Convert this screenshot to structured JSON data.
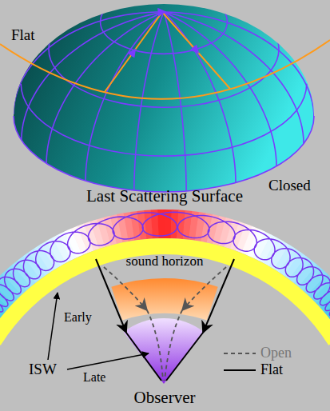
{
  "diagram": {
    "labels": [
      "Flat",
      "Closed",
      "Last Scattering Surface",
      "sound horizon",
      "Early",
      "ISW",
      "Late",
      "Observer"
    ],
    "legend": [
      {
        "text": "Open"
      },
      {
        "text": "Flat"
      }
    ]
  }
}
